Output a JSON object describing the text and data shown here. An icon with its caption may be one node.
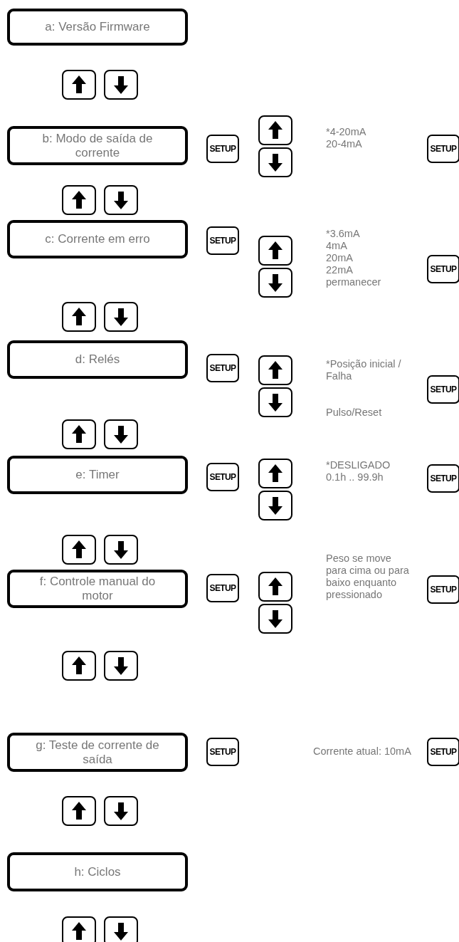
{
  "diagram": {
    "nodes": [
      {
        "text": [
          "a: Versão Firmware"
        ]
      },
      {
        "text": [
          "b: Modo de saída de corrente"
        ]
      },
      {
        "text": [
          "SETUP"
        ]
      },
      {
        "text": [
          "SETUP"
        ]
      },
      {
        "text": [
          "c: Corrente em erro"
        ]
      },
      {
        "text": [
          "SETUP"
        ]
      },
      {
        "text": [
          "SETUP"
        ]
      },
      {
        "text": [
          "d: Relés"
        ]
      },
      {
        "text": [
          "SETUP"
        ]
      },
      {
        "text": [
          "SETUP"
        ]
      },
      {
        "text": [
          "e: Timer"
        ]
      },
      {
        "text": [
          "SETUP"
        ]
      },
      {
        "text": [
          "SETUP"
        ]
      },
      {
        "text": [
          "f: Controle manual do motor"
        ]
      },
      {
        "text": [
          "SETUP"
        ]
      },
      {
        "text": [
          "SETUP"
        ]
      },
      {
        "text": [
          "g: Teste de corrente de saída"
        ]
      },
      {
        "text": [
          "SETUP"
        ]
      },
      {
        "text": [
          "SETUP"
        ]
      },
      {
        "text": [
          "h: Ciclos"
        ]
      }
    ],
    "labels": [
      "*4-20mA",
      "20-4mA",
      "*3.6mA",
      "4mA",
      "20mA",
      "22mA",
      "permanecer",
      "*Posição inicial / Falha",
      "Pulso/Reset",
      "*DESLIGADO",
      "0.1h .. 99.9h",
      "Peso se move para cima ou para baixo enquanto pressionado",
      "Corrente atual: 10mA"
    ]
  }
}
